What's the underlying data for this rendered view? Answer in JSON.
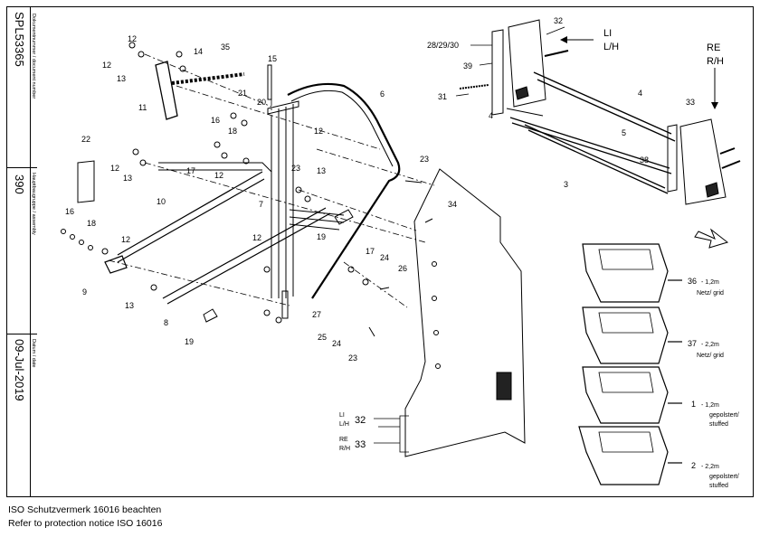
{
  "sidebar": {
    "doc_number": "SPL53365",
    "doc_number_label": "Dokumentnummer / document number",
    "assembly": "390",
    "assembly_label": "Hauptbaugruppe / assembly",
    "date": "09-Jul-2019",
    "date_label": "Datum / date"
  },
  "footer": {
    "line1": "ISO Schutzvermerk 16016 beachten",
    "line2": "Refer to protection notice ISO 16016"
  },
  "callouts": {
    "c1": "1",
    "c2": "2",
    "c3": "3",
    "c4a": "4",
    "c4b": "4",
    "c5": "5",
    "c6": "6",
    "c7": "7",
    "c8": "8",
    "c9": "9",
    "c10": "10",
    "c11": "11",
    "c12a": "12",
    "c12b": "12",
    "c12c": "12",
    "c12d": "12",
    "c12e": "12",
    "c12f": "12",
    "c13a": "13",
    "c13b": "13",
    "c13c": "13",
    "c13d": "13",
    "c14": "14",
    "c15": "15",
    "c16a": "16",
    "c16b": "16",
    "c17a": "17",
    "c17b": "17",
    "c18a": "18",
    "c18b": "18",
    "c19a": "19",
    "c19b": "19",
    "c20": "20",
    "c21": "21",
    "c22": "22",
    "c23a": "23",
    "c23b": "23",
    "c23c": "23",
    "c24a": "24",
    "c24b": "24",
    "c25": "25",
    "c26": "26",
    "c27": "27",
    "c28": "28/29/30",
    "c31": "31",
    "c32": "32",
    "c32b": "32",
    "c33": "33",
    "c33b": "33",
    "c34": "34",
    "c35": "35",
    "c36": "36",
    "c37": "37",
    "c38": "38",
    "c39": "39"
  },
  "side_labels": {
    "li": "LI",
    "lh": "L/H",
    "re": "RE",
    "rh": "R/H",
    "li2": "LI",
    "lh2": "L/H",
    "re2": "RE",
    "rh2": "R/H"
  },
  "variants": {
    "v36_size": "- 1,2m",
    "v36_type": "Netz/ grid",
    "v37_size": "- 2,2m",
    "v37_type": "Netz/ grid",
    "v1_size": "- 1,2m",
    "v1_type1": "gepolstert/",
    "v1_type2": "stuffed",
    "v2_size": "- 2,2m",
    "v2_type1": "gepolstert/",
    "v2_type2": "stuffed"
  }
}
